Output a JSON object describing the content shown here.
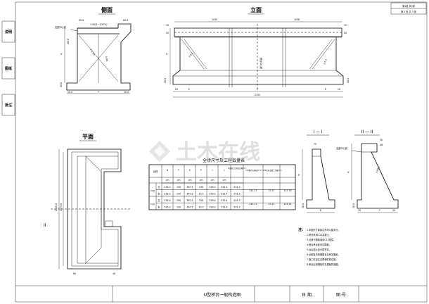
{
  "header": {
    "sheet_index": "第1张 共3张",
    "sheet_page": "第 2 张 共 3 张"
  },
  "side_tabs": [
    "说明",
    "图纸",
    "批注"
  ],
  "side_view": {
    "title": "侧面",
    "support_center_label": "支座中心线",
    "slope_label": "1:50(2~1.50%)",
    "dim_top_left": "E0.0",
    "dim_top_right": "60.0",
    "dim_H": "H",
    "dim_left": "60.6",
    "dim_slope_a": "1:1.50",
    "dim_slope_b": "4:00",
    "dim_bottom_left": "20.0",
    "dim_bottom_T": "T",
    "dim_bottom_right": "20.0",
    "dim_left_lower": "20.0"
  },
  "elevation_view": {
    "title": "立面",
    "dim_top_left": "1039",
    "dim_top_right": "1038",
    "dim_left_top": "10",
    "dim_left_mid": "25",
    "dim_right_top": "15",
    "dim_right_mid": "20",
    "centerline_label": "桥台中心线",
    "slope_left": "2.0:1",
    "slope_right": "2.0:1",
    "dim_H": "H",
    "dim_left_lower": "20.0",
    "dim_right_lower": "20.0",
    "dim_bottom_20": "20",
    "dim_bottom_E": "E",
    "dim_bottom_F": "F",
    "dim_bottom_E2": "E",
    "dim_bottom_20b": "20",
    "dim_total": "2155"
  },
  "plan_view": {
    "title": "平面",
    "dim_total_a": "2155.0",
    "dim_total_b": "1975.0",
    "section_mark": "II",
    "dim_bottom_left": "60",
    "dim_bottom_right": "40"
  },
  "section_I": {
    "title": "I — I",
    "dim_top": "75",
    "dim_H": "H",
    "dim_bottom": "E",
    "dim_left_lower": "20.0"
  },
  "section_II": {
    "title": "II — II",
    "support_center_label": "支座中心线",
    "dim_top_a": "30",
    "dim_top_b": "48",
    "dim_H": "H",
    "dim_slope": "2.00:1",
    "dim_bottom_left": "20",
    "dim_bottom_E": "F",
    "dim_bottom_20": "20",
    "dim_left_lower": "20.0"
  },
  "quantity_table": {
    "title": "全桥尺寸及工程数量表",
    "header_row1": [
      "台别",
      "H",
      "T",
      "E",
      "F",
      "I",
      "J",
      "1.混凝土台身及台帽(m³)",
      "2.浆砌片石基础(m³)",
      "3.C25片石混凝土台帽(m³)"
    ],
    "header_units": [
      "cm",
      "cm",
      "cm",
      "cm",
      "cm",
      "cm"
    ],
    "rows": [
      {
        "group": "0号台",
        "sub": "左",
        "vals": [
          "535.0",
          "150",
          "367.5",
          "235",
          "329.0",
          "551.4",
          "501.3"
        ],
        "q1": "241.27",
        "q2": "33.37",
        "q3": "125.76"
      },
      {
        "group": "0号台",
        "sub": "右",
        "vals": [
          "535.0",
          "150",
          "367.5",
          "23.5",
          "329.0",
          "551.4",
          "501.3"
        ],
        "q1": "",
        "q2": "",
        "q3": ""
      },
      {
        "group": "1号台",
        "sub": "左",
        "vals": [
          "535.0",
          "150",
          "367.5",
          "235",
          "329.0",
          "551.4",
          "501.3"
        ],
        "q1": "241.17",
        "q2": "33.37",
        "q3": "125.74"
      },
      {
        "group": "1号台",
        "sub": "右",
        "vals": [
          "535.0",
          "150",
          "367.5",
          "23.5",
          "329.0",
          "551.4",
          "501.3"
        ],
        "q1": "",
        "q2": "",
        "q3": ""
      }
    ]
  },
  "notes": {
    "heading": "注:",
    "items": [
      "1.本图尺寸除标注外均以厘米计。",
      "2.桥台采用C25混凝土。",
      "3.台身与基础间设C15垫层。",
      "4.桥台承台处设沉降缝。",
      "5.台后填土应分层夯实。",
      "6.台帽及背墙钢筋另见有关图纸。",
      "7.施工时应注意预埋件的位置。",
      "8.桥台后设搭板详见搭板构造图。"
    ]
  },
  "title_block": {
    "drawing_title": "U型桥台一般构造图",
    "date_label": "日 期",
    "drawing_no_label": "图 号"
  },
  "watermark": {
    "text": "土木在线",
    "color": "#c8c8c8"
  }
}
